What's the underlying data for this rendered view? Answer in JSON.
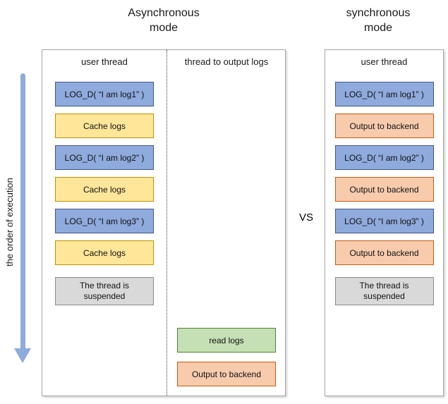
{
  "titles": {
    "async": {
      "line1": "Asynchronous",
      "line2": "mode"
    },
    "sync": {
      "line1": "synchronous",
      "line2": "mode"
    }
  },
  "vs_label": "VS",
  "execution_axis": {
    "label": "the order of execution"
  },
  "async_panel": {
    "user_thread_header": "user thread",
    "output_thread_header": "thread to output logs",
    "user_thread_boxes": [
      {
        "label": "LOG_D( “I am log1” )",
        "type": "log-call"
      },
      {
        "label": "Cache logs",
        "type": "cache"
      },
      {
        "label": "LOG_D( “I am log2” )",
        "type": "log-call"
      },
      {
        "label": "Cache logs",
        "type": "cache"
      },
      {
        "label": "LOG_D( “I am log3” )",
        "type": "log-call"
      },
      {
        "label": "Cache logs",
        "type": "cache"
      },
      {
        "label": "The thread is suspended",
        "type": "suspended"
      }
    ],
    "output_thread_boxes": [
      {
        "label": "read logs",
        "type": "read"
      },
      {
        "label": "Output to backend",
        "type": "output"
      }
    ]
  },
  "sync_panel": {
    "user_thread_header": "user thread",
    "boxes": [
      {
        "label": "LOG_D( “I am log1” )",
        "type": "log-call"
      },
      {
        "label": "Output to backend",
        "type": "output"
      },
      {
        "label": "LOG_D( “I am log2” )",
        "type": "log-call"
      },
      {
        "label": "Output to backend",
        "type": "output"
      },
      {
        "label": "LOG_D( “I am log3” )",
        "type": "log-call"
      },
      {
        "label": "Output to backend",
        "type": "output"
      },
      {
        "label": "The thread is suspended",
        "type": "suspended"
      }
    ]
  },
  "colors": {
    "log-call": {
      "fill": "#8FAADC",
      "border": "#41568C"
    },
    "cache": {
      "fill": "#FFE699",
      "border": "#BF9000"
    },
    "output": {
      "fill": "#F8CBAD",
      "border": "#C55A11"
    },
    "read": {
      "fill": "#C5E0B4",
      "border": "#538135"
    },
    "suspended": {
      "fill": "#D9D9D9",
      "border": "#8A8A8A"
    },
    "arrow": "#8FAADC"
  }
}
